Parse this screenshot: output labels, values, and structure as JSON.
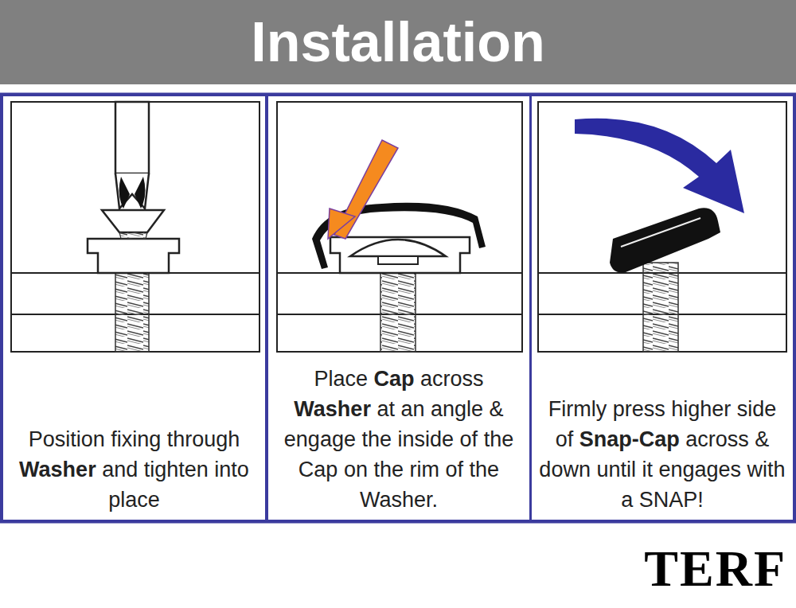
{
  "diagram": {
    "title": "Installation",
    "nodes": [
      {
        "text": [
          "Position fixing through Washer and tighten into place"
        ]
      },
      {
        "text": [
          "Place Cap across Washer at an angle & engage the inside of the Cap on the rim of the Washer."
        ]
      },
      {
        "text": [
          "Firmly press higher side of Snap-Cap across & down until it engages with a SNAP!"
        ]
      }
    ],
    "labels": [
      "TERF"
    ]
  }
}
